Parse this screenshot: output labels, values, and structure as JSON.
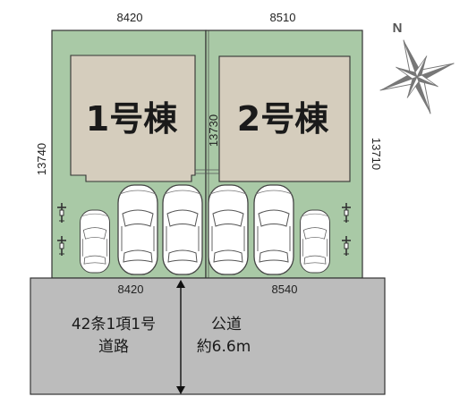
{
  "colors": {
    "lot_fill": "#a9c9a6",
    "building_fill": "#d5cdbd",
    "road_fill": "#bcbcbc",
    "outline": "#333333"
  },
  "lots": [
    {
      "building_label": "1号棟",
      "top_width": "8420",
      "bottom_width": "8420",
      "left_depth": "13740"
    },
    {
      "building_label": "2号棟",
      "top_width": "8510",
      "bottom_width": "8540",
      "right_depth": "13710"
    }
  ],
  "shared_depth": "13730",
  "road": {
    "type_label_line1": "42条1項1号",
    "type_label_line2": "道路",
    "name": "公道",
    "width_label": "約6.6m"
  },
  "compass": {
    "north_label": "N",
    "icon": "compass-rose-icon"
  },
  "parking": {
    "car_icon": "car-icon",
    "bicycle_icon": "bicycle-icon"
  }
}
